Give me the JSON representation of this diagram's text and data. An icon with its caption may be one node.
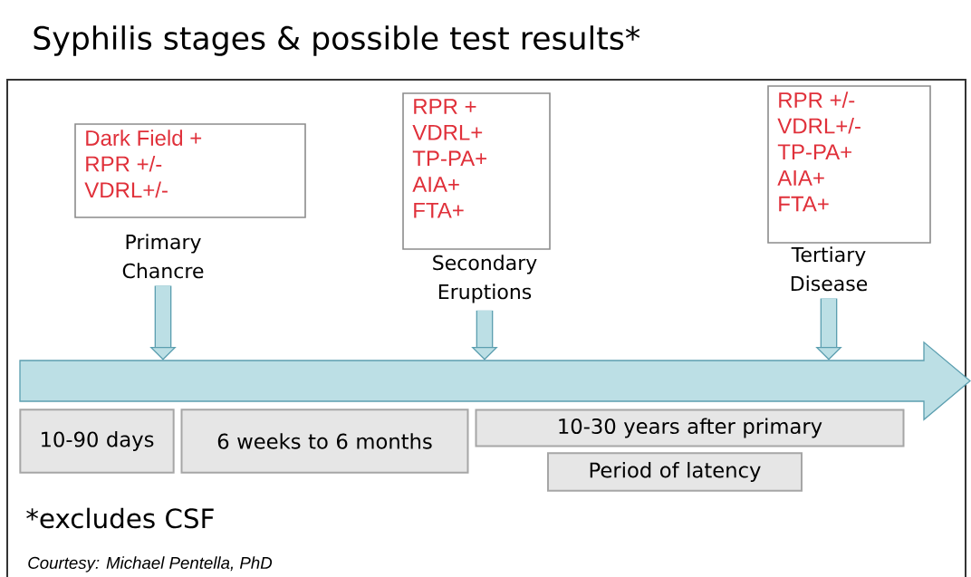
{
  "diagram": {
    "title": "Syphilis stages & possible test results*",
    "nodes": [
      {
        "text": [
          "Dark Field +",
          "RPR +/-",
          "VDRL+/-"
        ]
      },
      {
        "text": [
          "Primary Chancre"
        ]
      },
      {
        "text": [
          "RPR +",
          "VDRL+",
          "TP-PA+",
          "AIA+",
          "FTA+"
        ]
      },
      {
        "text": [
          "Secondary Eruptions"
        ]
      },
      {
        "text": [
          "RPR +/-",
          "VDRL+/-",
          "TP-PA+",
          "AIA+",
          "FTA+"
        ]
      },
      {
        "text": [
          "Tertiary Disease"
        ]
      },
      {
        "text": [],
        "shape": "arrow"
      },
      {
        "text": [
          "10-90 days"
        ]
      },
      {
        "text": [
          "6 weeks to 6 months"
        ]
      },
      {
        "text": [
          "10-30 years after primary"
        ]
      },
      {
        "text": [
          "Period of latency"
        ]
      }
    ],
    "edges": [
      {
        "from": 1,
        "to": 6,
        "arrow": "to"
      },
      {
        "from": 3,
        "to": 6,
        "arrow": "to"
      },
      {
        "from": 5,
        "to": 6,
        "arrow": "to"
      }
    ],
    "labels": [
      "*excludes CSF",
      "Courtesy: Michael Pentella, PhD"
    ]
  }
}
